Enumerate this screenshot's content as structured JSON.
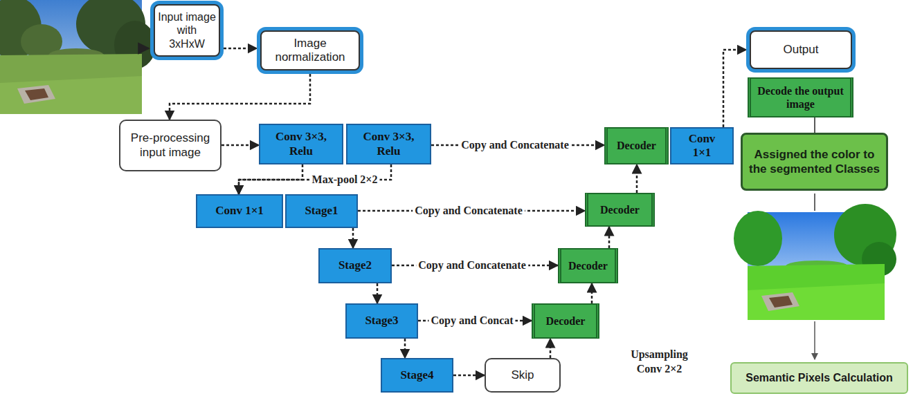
{
  "diagram": {
    "nodes": [
      {
        "text": [
          "Input image with 3xHxW"
        ]
      },
      {
        "text": [
          "Image normalization"
        ]
      },
      {
        "text": [
          "Pre-processing input image"
        ]
      },
      {
        "text": [
          "Conv 3×3, Relu"
        ]
      },
      {
        "text": [
          "Conv 3×3, Relu"
        ]
      },
      {
        "text": [
          "Conv 1×1"
        ]
      },
      {
        "text": [
          "Stage1"
        ]
      },
      {
        "text": [
          "Stage2"
        ]
      },
      {
        "text": [
          "Stage3"
        ]
      },
      {
        "text": [
          "Stage4"
        ]
      },
      {
        "text": [
          "Skip"
        ]
      },
      {
        "text": [
          "Decoder"
        ]
      },
      {
        "text": [
          "Decoder"
        ]
      },
      {
        "text": [
          "Decoder"
        ]
      },
      {
        "text": [
          "Decoder"
        ]
      },
      {
        "text": [
          "Conv 1×1"
        ]
      },
      {
        "text": [
          "Output"
        ]
      },
      {
        "text": [
          "Decode the output image"
        ]
      },
      {
        "text": [
          "Assigned the color to the segmented Classes"
        ]
      },
      {
        "text": [
          "Semantic Pixels Calculation"
        ]
      }
    ],
    "edges": [
      {
        "from": 0,
        "to": 1,
        "arrow": "to"
      },
      {
        "from": 1,
        "to": 2,
        "arrow": "to"
      },
      {
        "from": 2,
        "to": 3,
        "arrow": "to"
      },
      {
        "from": 3,
        "to": 5,
        "arrow": "to"
      },
      {
        "from": 4,
        "to": 5,
        "arrow": "to"
      },
      {
        "from": 4,
        "to": 14,
        "label": "Copy and Concatenate",
        "arrow": "to"
      },
      {
        "from": 6,
        "to": 7,
        "arrow": "to"
      },
      {
        "from": 7,
        "to": 8,
        "arrow": "to"
      },
      {
        "from": 8,
        "to": 9,
        "arrow": "to"
      },
      {
        "from": 9,
        "to": 10,
        "arrow": "to"
      },
      {
        "from": 10,
        "to": 11,
        "arrow": "to"
      },
      {
        "from": 6,
        "to": 13,
        "label": "Copy and Concatenate",
        "arrow": "to"
      },
      {
        "from": 7,
        "to": 12,
        "label": "Copy and Concatenate",
        "arrow": "to"
      },
      {
        "from": 8,
        "to": 11,
        "label": "Copy and Concat",
        "arrow": "to"
      },
      {
        "from": 11,
        "to": 12,
        "arrow": "to"
      },
      {
        "from": 12,
        "to": 13,
        "arrow": "to"
      },
      {
        "from": 13,
        "to": 14,
        "arrow": "to"
      },
      {
        "from": 15,
        "to": 16,
        "arrow": "to"
      },
      {
        "from": 17,
        "to": 18,
        "arrow": "none"
      }
    ],
    "labels": [
      "Max-pool 2×2",
      "Upsampling Conv 2×2"
    ]
  }
}
